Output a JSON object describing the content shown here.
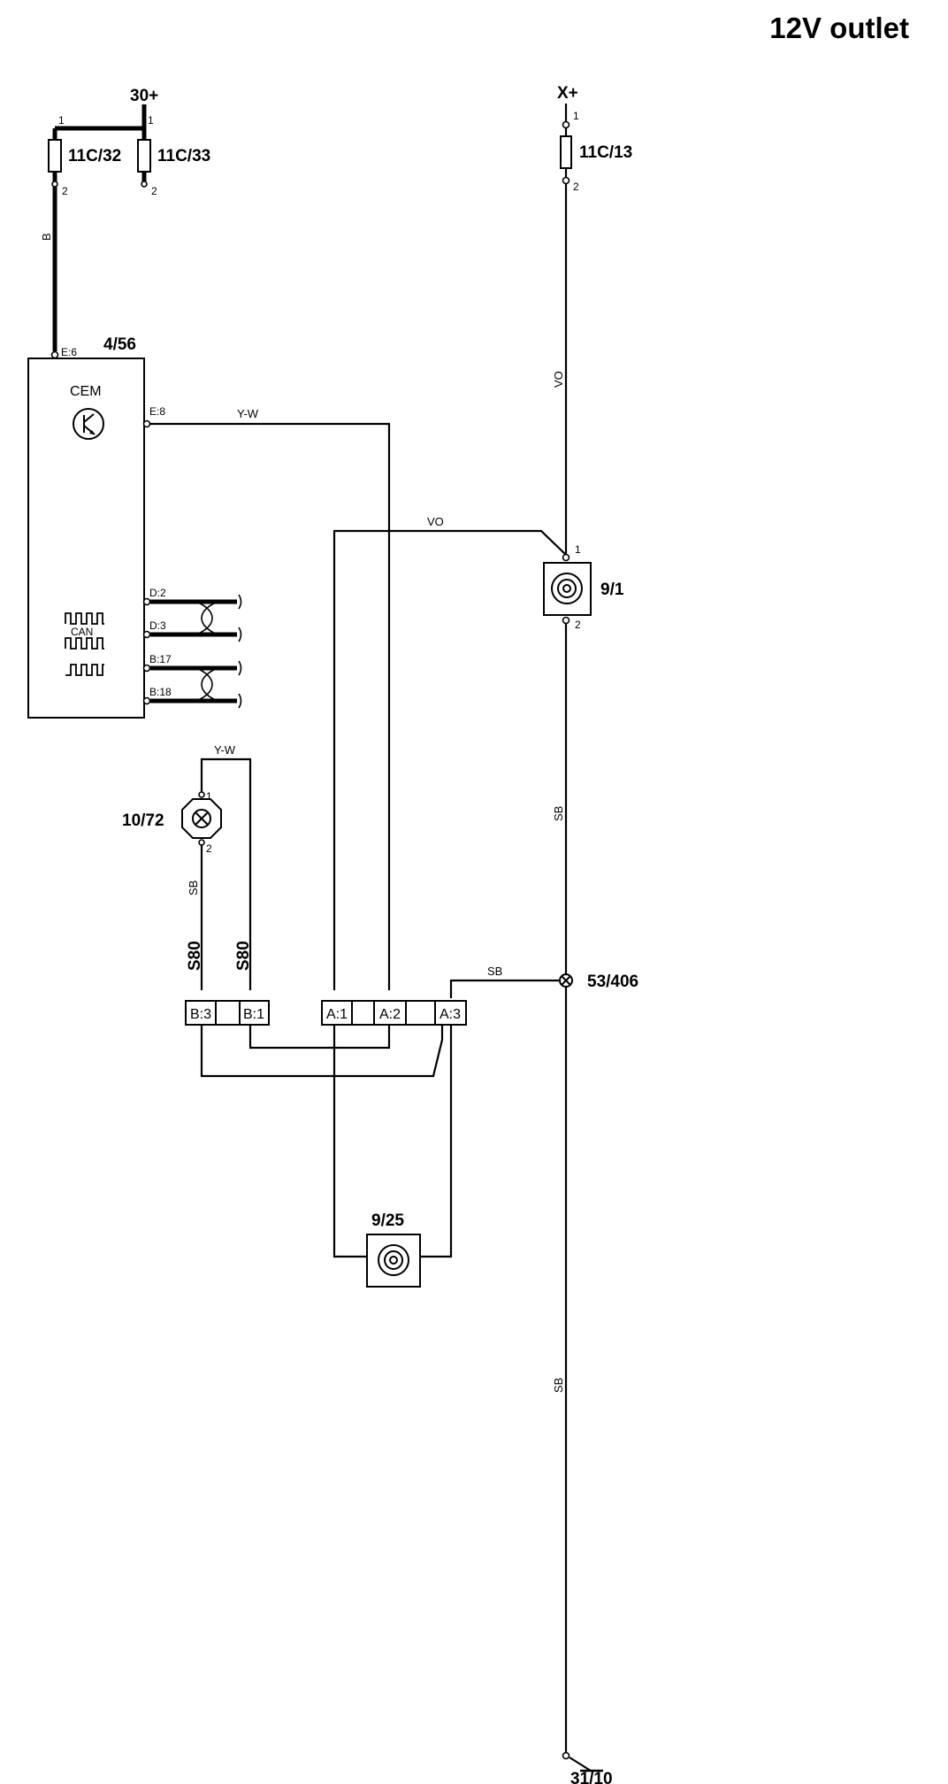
{
  "title": "12V outlet",
  "supplies": {
    "b30": "30+",
    "x": "X+"
  },
  "fuses": [
    {
      "id": "11C/32",
      "pin_top": "1",
      "pin_bottom": "2"
    },
    {
      "id": "11C/33",
      "pin_top": "1",
      "pin_bottom": "2"
    },
    {
      "id": "11C/13",
      "pin_top": "1",
      "pin_bottom": "2"
    }
  ],
  "cem": {
    "id": "4/56",
    "name": "CEM",
    "can_label": "CAN",
    "pins": {
      "e6": "E:6",
      "e8": "E:8",
      "d2": "D:2",
      "d3": "D:3",
      "b17": "B:17",
      "b18": "B:18"
    }
  },
  "outlet_front": {
    "id": "9/1",
    "pin1": "1",
    "pin2": "2"
  },
  "outlet_rear": {
    "id": "9/25"
  },
  "lamp": {
    "id": "10/72",
    "pin1": "1",
    "pin2": "2"
  },
  "splice": {
    "id": "53/406"
  },
  "ground": {
    "id": "31/10"
  },
  "variants": [
    "S80",
    "S80"
  ],
  "connectors": [
    "B:3",
    "B:1",
    "A:1",
    "A:2",
    "A:3"
  ],
  "wire_colors": {
    "b": "B",
    "vo1": "VO",
    "yw1": "Y-W",
    "vo2": "VO",
    "sb1": "SB",
    "yw2": "Y-W",
    "sb2": "SB",
    "sb3": "SB",
    "sb4": "SB"
  }
}
